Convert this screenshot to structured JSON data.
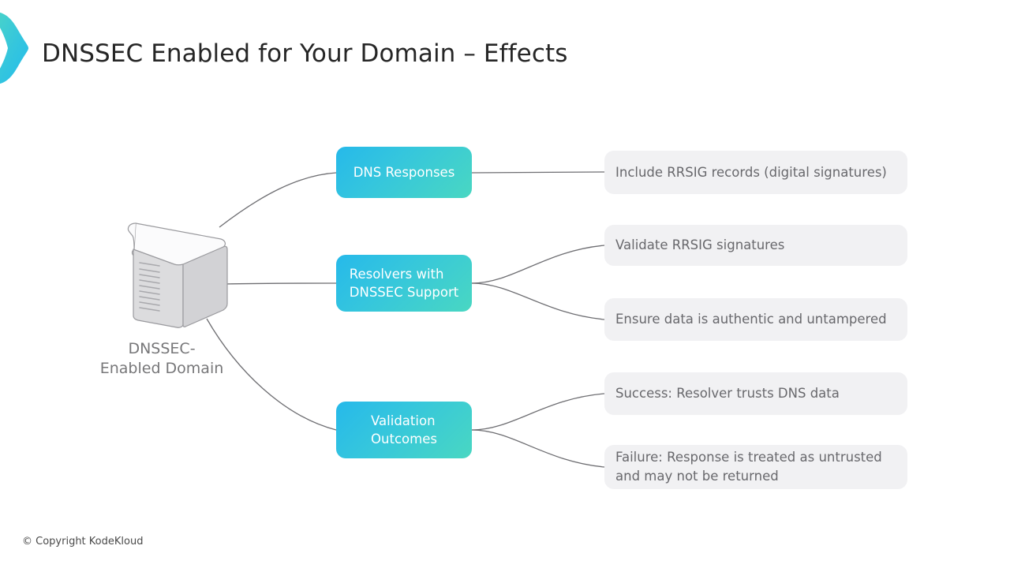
{
  "slide": {
    "title": "DNSSEC Enabled for Your Domain – Effects",
    "footer": "© Copyright KodeKloud",
    "brand_icon": "chevron-right-logo"
  },
  "colors": {
    "accent_start": "#26B9EA",
    "accent_end": "#49D7C2",
    "card_bg": "#F1F1F3",
    "card_text": "#68686C",
    "title_text": "#262626",
    "connector": "#6E6E72",
    "server_body": "#D8D8DA",
    "server_top": "#FAFAFA"
  },
  "root_node": {
    "icon": "server-tower-icon",
    "label_line1": "DNSSEC-",
    "label_line2": "Enabled Domain"
  },
  "categories": [
    {
      "id": "dns-responses",
      "label_line1": "DNS Responses",
      "label_line2": "",
      "details": [
        {
          "text": "Include RRSIG records (digital signatures)"
        }
      ]
    },
    {
      "id": "resolvers-dnssec-support",
      "label_line1": "Resolvers with",
      "label_line2": "DNSSEC Support",
      "details": [
        {
          "text": "Validate RRSIG signatures"
        },
        {
          "text": "Ensure data is authentic and untampered"
        }
      ]
    },
    {
      "id": "validation-outcomes",
      "label_line1": "Validation",
      "label_line2": "Outcomes",
      "details": [
        {
          "text": "Success: Resolver trusts DNS data"
        },
        {
          "text": "Failure: Response is treated as untrusted and may not be returned"
        }
      ]
    }
  ]
}
